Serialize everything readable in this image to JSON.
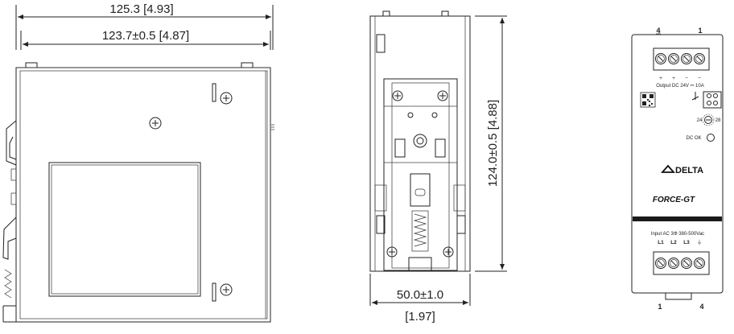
{
  "side_view": {
    "overall_width": "125.3 [4.93]",
    "body_width": "123.7±0.5 [4.87]"
  },
  "back_view": {
    "height": "124.0±0.5 [4.88]",
    "width_mm": "50.0±1.0",
    "width_in": "[1.97]"
  },
  "front_view": {
    "top_terminal_left_num": "4",
    "top_terminal_right_num": "1",
    "output_polarity": [
      "+",
      "+",
      "−",
      "−"
    ],
    "output_label": "Output DC 24V ⎓ 10A",
    "adj_min": "24",
    "adj_max": "28",
    "dc_ok": "DC OK",
    "brand": "DELTA",
    "series": "FORCE-GT",
    "input_label": "Input AC 3Φ 380-500Vac",
    "input_terminals": [
      "L1",
      "L2",
      "L3",
      "⏚"
    ],
    "bottom_terminal_left_num": "1",
    "bottom_terminal_right_num": "4"
  },
  "colors": {
    "line": "#222222",
    "band": "#1a1a1a",
    "brand": "#111111"
  }
}
